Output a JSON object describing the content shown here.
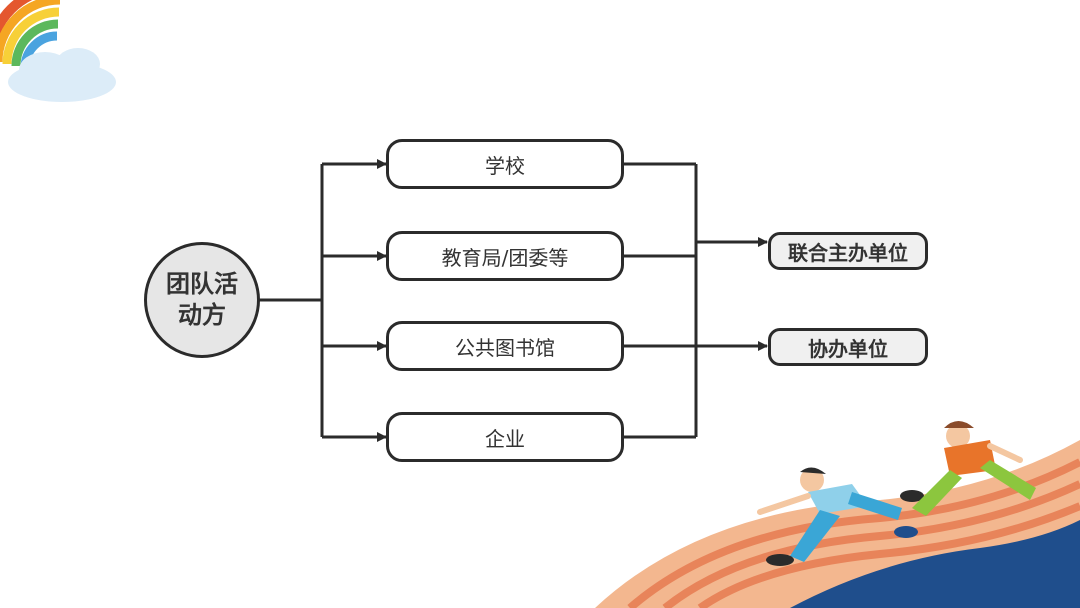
{
  "diagram": {
    "root": {
      "label": "团队活动方"
    },
    "branches": [
      {
        "label": "学校"
      },
      {
        "label": "教育局/团委等"
      },
      {
        "label": "公共图书馆"
      },
      {
        "label": "企业"
      }
    ],
    "outcomes": [
      {
        "label": "联合主办单位"
      },
      {
        "label": "协办单位"
      }
    ]
  },
  "colors": {
    "line": "#2b2b2b",
    "root_fill": "#e6e6e6",
    "outcome_fill": "#f0f0f0",
    "rainbow": [
      "#e4572e",
      "#f5a623",
      "#f7d038",
      "#5cb85c",
      "#4aa3df"
    ],
    "track": "#e8845a",
    "track_blue": "#1f4e8c"
  },
  "decorations": [
    "rainbow-cloud-icon",
    "running-kids-illustration"
  ]
}
